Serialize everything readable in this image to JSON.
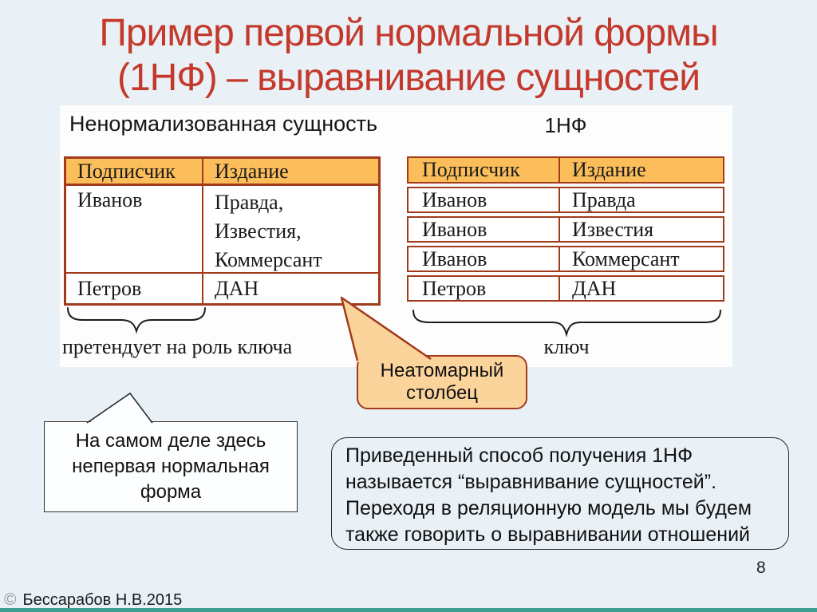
{
  "title": {
    "line1": "Пример первой нормальной формы",
    "line2": "(1НФ) – выравнивание сущностей"
  },
  "diagram": {
    "left_section_label": "Ненормализованная сущность",
    "right_section_label": "1НФ",
    "unnormalized_table": {
      "headers": [
        "Подписчик",
        "Издание"
      ],
      "rows": [
        [
          "Иванов",
          "Правда,\nИзвестия,\nКоммерсант"
        ],
        [
          "Петров",
          "ДАН"
        ]
      ]
    },
    "nf1_table": {
      "headers": [
        "Подписчик",
        "Издание"
      ],
      "rows": [
        [
          "Иванов",
          "Правда"
        ],
        [
          "Иванов",
          "Известия"
        ],
        [
          "Иванов",
          "Коммерсант"
        ],
        [
          "Петров",
          "ДАН"
        ]
      ]
    },
    "left_brace_label": "претендует на роль ключа",
    "right_brace_label": "ключ"
  },
  "callouts": {
    "nonatomic": {
      "lines": [
        "Неатомарный",
        "столбец"
      ]
    },
    "actually_note": {
      "lines": [
        "На самом деле здесь",
        "непервая нормальная",
        "форма"
      ]
    },
    "bottom_note": {
      "lines": [
        "Приведенный способ получения 1НФ",
        "называется “выравнивание сущностей”.",
        "Переходя в реляционную модель мы будем",
        "также говорить о выравнивании отношений"
      ]
    }
  },
  "footer": {
    "page_number": "8",
    "copyright_symbol": "©",
    "copyright_text": "Бессарабов Н.В.2015"
  },
  "colors": {
    "background": "#E9F1F7",
    "panel": "#FDFDFD",
    "title_red": "#C4392B",
    "table_border": "#A23A1B",
    "table_header_fill": "#FCBE5B",
    "callout_fill": "#FBD49C",
    "footer_bar_teal": "#3E9E91"
  }
}
